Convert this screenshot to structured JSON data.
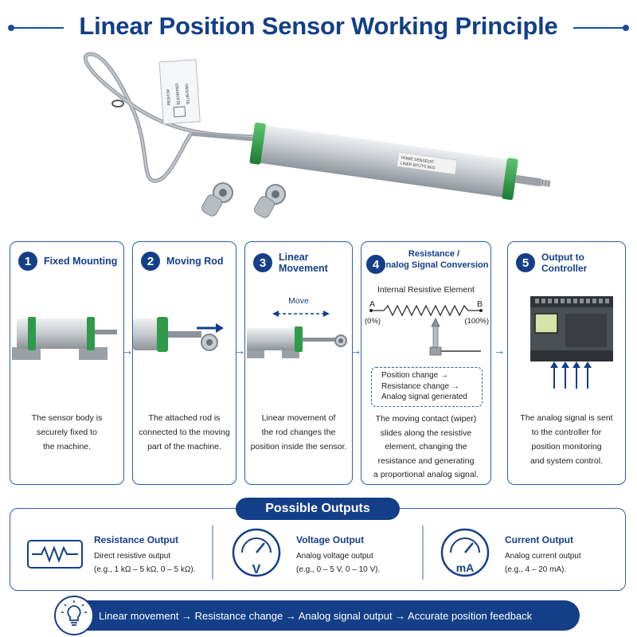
{
  "title": "Linear Position Sensor Working Principle",
  "hero": {
    "label_lines": [
      "HOME SENSEOIT",
      "LINEP-BTUTS 5KO"
    ],
    "tag_lines": [
      "RED/CW",
      "BLK/WIPER",
      "BLUE/GND"
    ]
  },
  "steps": [
    {
      "num": "1",
      "title": "Fixed Mounting",
      "desc": [
        "The sensor body is",
        "securely fixed to",
        "the machine."
      ]
    },
    {
      "num": "2",
      "title": "Moving Rod",
      "desc": [
        "The attached rod is",
        "connected to the moving",
        "part of the machine."
      ]
    },
    {
      "num": "3",
      "title": "Linear Movement",
      "move_label": "Move",
      "desc": [
        "Linear movement of",
        "the rod changes the",
        "position inside the sensor."
      ]
    },
    {
      "num": "4",
      "title_lines": [
        "Resistance /",
        "Analog Signal Conversion"
      ],
      "element_label": "Internal Resistive Element",
      "end_a": "A",
      "end_b": "B",
      "pct_a": "(0%)",
      "pct_b": "(100%)",
      "chain": [
        "Position change →",
        "Resistance change →",
        "Analog signal generated"
      ],
      "desc": [
        "The moving contact (wiper)",
        "slides along the resistive",
        "element, changing the",
        "resistance and generating",
        "a proportional analog signal."
      ]
    },
    {
      "num": "5",
      "title": "Output to Controller",
      "desc": [
        "The analog signal is sent",
        "to the controller for",
        "position monitoring",
        "and system control."
      ]
    }
  ],
  "outputs": {
    "heading": "Possible Outputs",
    "items": [
      {
        "title": "Resistance Output",
        "line1": "Direct resistive output",
        "line2": "(e.g., 1 kΩ – 5 kΩ, 0 – 5 kΩ).",
        "icon_text": ""
      },
      {
        "title": "Voltage Output",
        "line1": "Analog voltage output",
        "line2": "(e.g., 0 – 5 V, 0 – 10 V).",
        "icon_text": "V"
      },
      {
        "title": "Current Output",
        "line1": "Analog current output",
        "line2": "(e.g., 4 – 20 mA).",
        "icon_text": "mA"
      }
    ]
  },
  "footer": "Linear movement → Resistance change → Analog signal output → Accurate position feedback",
  "colors": {
    "brand": "#143f88",
    "green_collar": "#2e9a4a",
    "aluminum": "#c9cdd2"
  }
}
